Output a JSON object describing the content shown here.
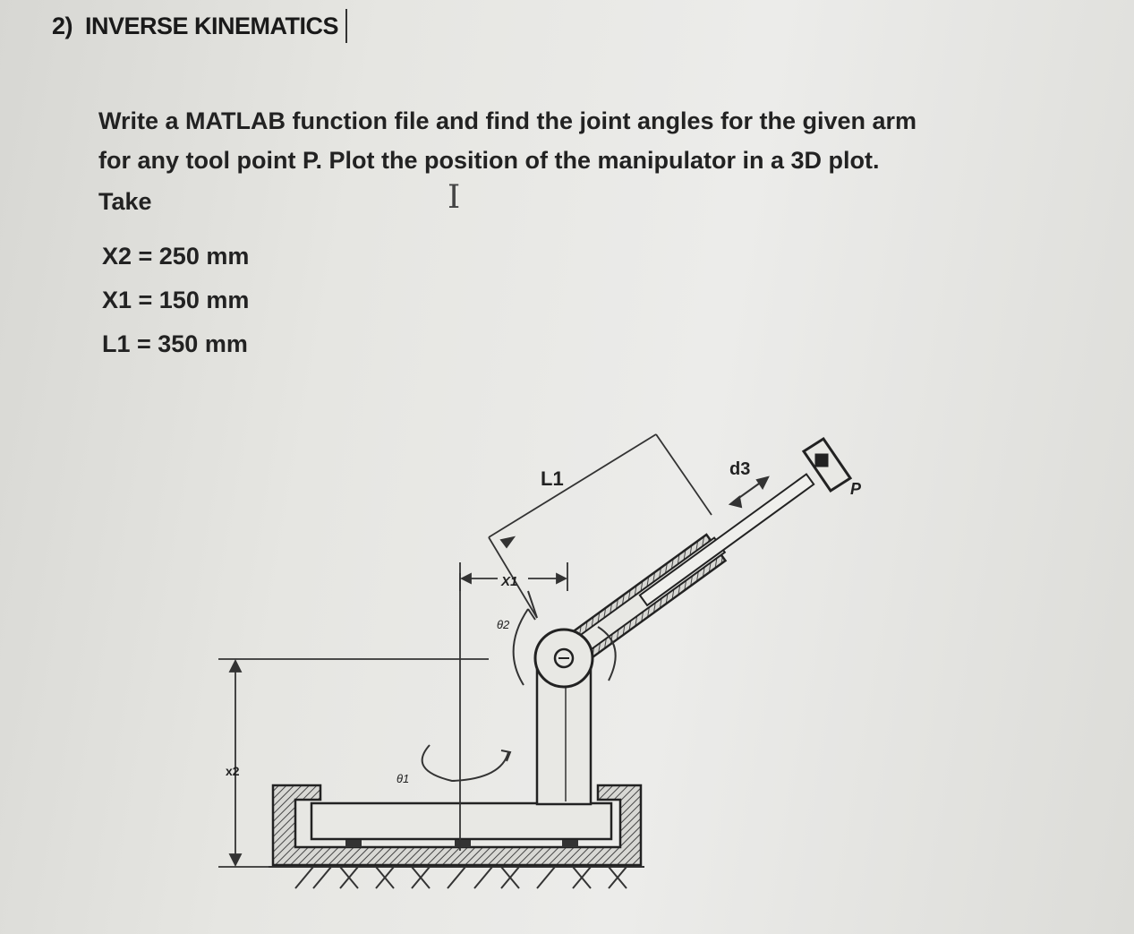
{
  "heading": {
    "number": "2)",
    "title": "INVERSE KINEMATICS"
  },
  "problem": {
    "line1": "Write a MATLAB function file and find the joint angles for the given arm",
    "line2": "for any tool point P. Plot the position of the manipulator in a 3D plot.",
    "line3": "Take"
  },
  "givens": [
    "X2 = 250 mm",
    "X1 = 150 mm",
    "L1 = 350 mm"
  ],
  "figure": {
    "label_L1": "L1",
    "label_d3": "d3",
    "label_P": "P",
    "label_x1": "X1",
    "label_x2": "x2",
    "label_theta1": "θ1",
    "label_theta2": "θ2"
  },
  "icons": {
    "cursor": "text-cursor-icon"
  }
}
